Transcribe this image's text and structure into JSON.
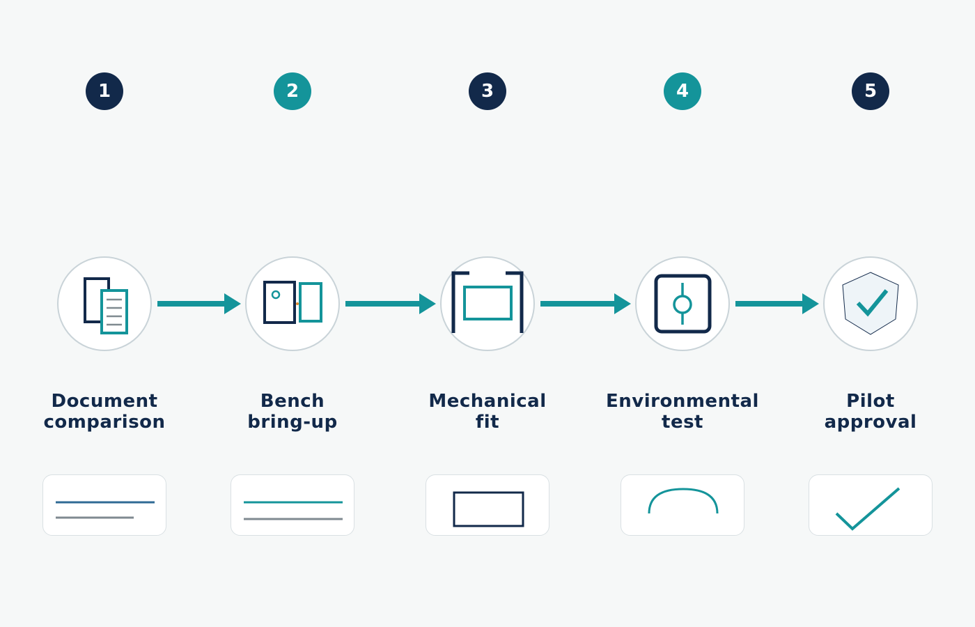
{
  "diagram": {
    "colors": {
      "navy": "#12294a",
      "teal": "#14949a",
      "node_border": "#c9d3d8",
      "node_fill": "#ffffff",
      "background": "#f6f8f8",
      "gray_line": "#7f8a90",
      "blue_line": "#2f6a94",
      "accent_orange": "#e08a2c"
    },
    "steps": [
      {
        "number": "1",
        "title_line1": "Document",
        "title_line2": "comparison",
        "badge_color": "#12294a",
        "icon": "document-compare-icon",
        "thumb": "text-lines-thumbnail"
      },
      {
        "number": "2",
        "title_line1": "Bench",
        "title_line2": "bring-up",
        "badge_color": "#14949a",
        "icon": "bench-boards-icon",
        "thumb": "text-lines-thumbnail"
      },
      {
        "number": "3",
        "title_line1": "Mechanical",
        "title_line2": "fit",
        "badge_color": "#12294a",
        "icon": "enclosure-fit-icon",
        "thumb": "rectangle-thumbnail"
      },
      {
        "number": "4",
        "title_line1": "Environmental",
        "title_line2": "test",
        "badge_color": "#14949a",
        "icon": "test-chamber-icon",
        "thumb": "arc-thumbnail"
      },
      {
        "number": "5",
        "title_line1": "Pilot",
        "title_line2": "approval",
        "badge_color": "#12294a",
        "icon": "shield-check-icon",
        "thumb": "checkmark-thumbnail"
      }
    ]
  }
}
